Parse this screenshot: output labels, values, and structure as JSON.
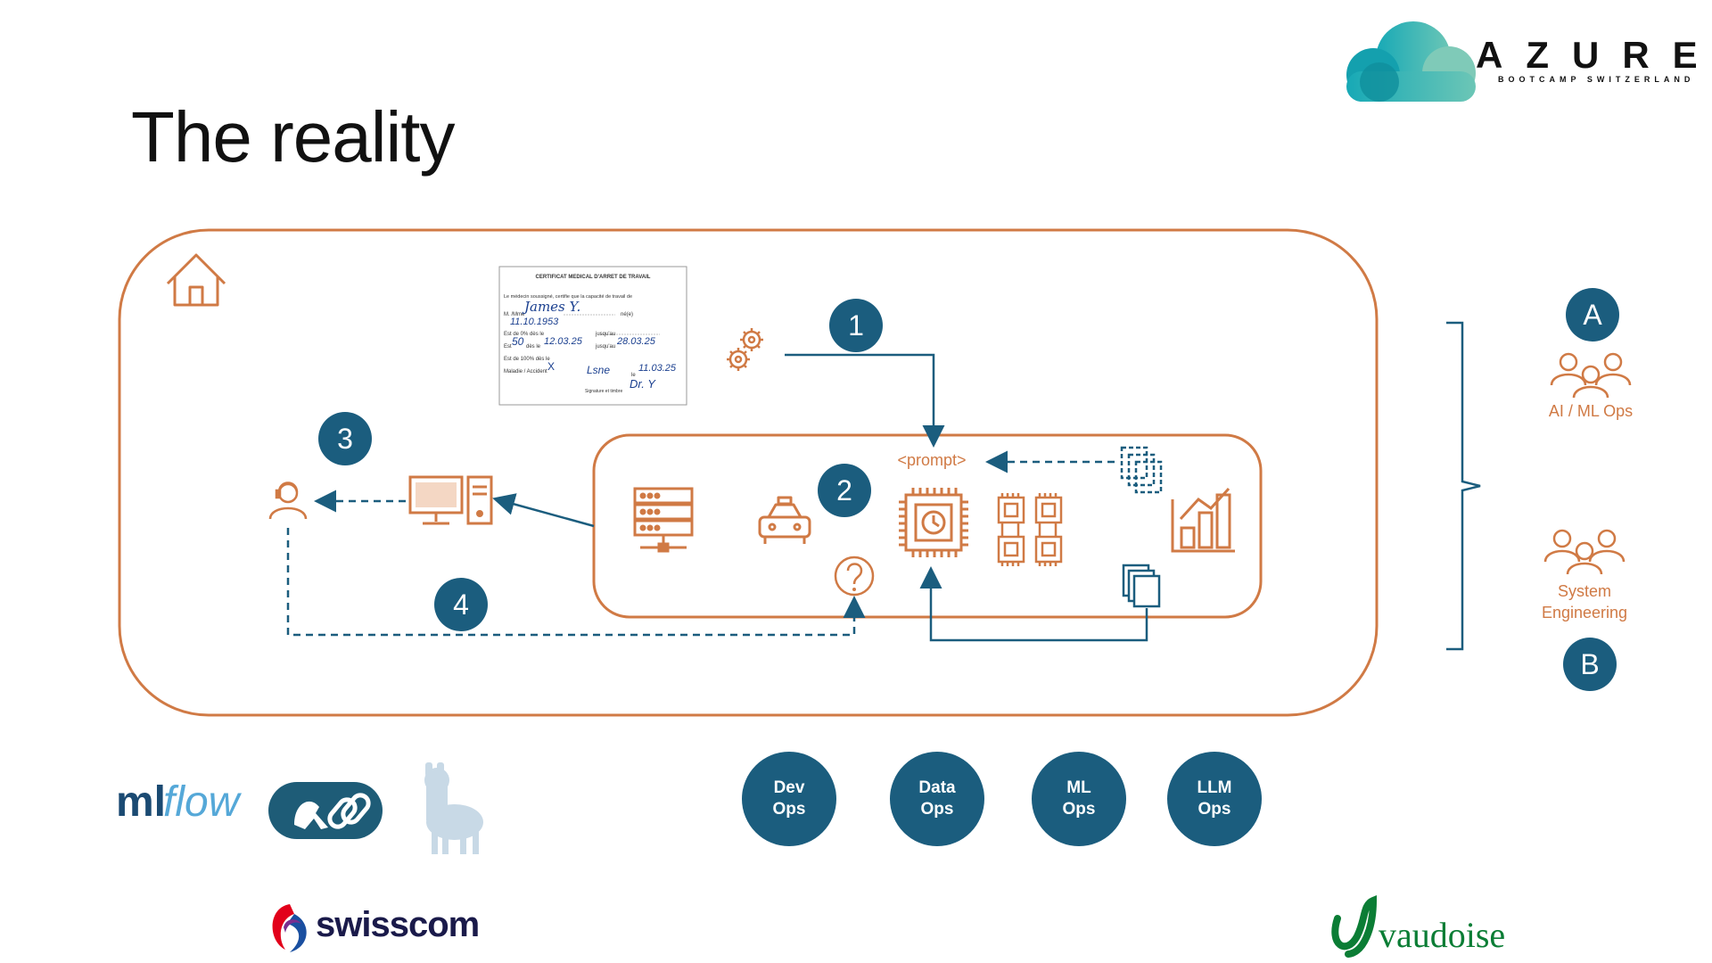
{
  "slide": {
    "title": "The reality"
  },
  "azure_logo": {
    "word": "AZURE",
    "subtitle": "BOOTCAMP SWITZERLAND"
  },
  "certificate": {
    "title": "CERTIFICAT MEDICAL D'ARRET DE TRAVAIL",
    "intro": "Le médecin soussigné, certifie que la capacité de travail de",
    "name_label": "M. /Mme",
    "name_value": "James Y.",
    "born_label": "né(e)",
    "dob_value": "11.10.1953",
    "zero_label": "Est de 0% dès le",
    "until_label": "jusqu'au",
    "fifty_label": "Est",
    "fifty_value": "50",
    "fifty_from_label": "dès le",
    "fifty_from": "12.03.25",
    "fifty_until": "28.03.25",
    "hundred_label": "Est de 100% dès le",
    "case_label": "Maladie / Accident",
    "case_mark": "X",
    "place_value": "Lsne",
    "date_label": "le",
    "date_value": "11.03.25",
    "signature_label": "Signature et timbre",
    "signature_value": "Dr. Y"
  },
  "diagram": {
    "prompt_label": "<prompt>",
    "steps": [
      "1",
      "2",
      "3",
      "4"
    ]
  },
  "roles": {
    "a_badge": "A",
    "a_label": "AI / ML Ops",
    "b_label_line1": "System",
    "b_label_line2": "Engineering",
    "b_badge": "B"
  },
  "ops": [
    {
      "line1": "Dev",
      "line2": "Ops"
    },
    {
      "line1": "Data",
      "line2": "Ops"
    },
    {
      "line1": "ML",
      "line2": "Ops"
    },
    {
      "line1": "LLM",
      "line2": "Ops"
    }
  ],
  "logos": {
    "mlflow_ml": "ml",
    "mlflow_flow": "flow",
    "swisscom": "swisscom",
    "vaudoise": "vaudoise"
  },
  "colors": {
    "orange": "#d07a45",
    "teal": "#1b5d7e",
    "green": "#0b7d35"
  },
  "icons": [
    "home-icon",
    "gears-icon",
    "support-agent-icon",
    "computer-icon",
    "server-icon",
    "car-icon",
    "question-icon",
    "chip-icon",
    "chip-grid-icon",
    "document-stack-icon",
    "documents-icon",
    "bar-chart-icon",
    "team-icon",
    "langchain-icon",
    "llama-icon",
    "cloud-icon"
  ]
}
